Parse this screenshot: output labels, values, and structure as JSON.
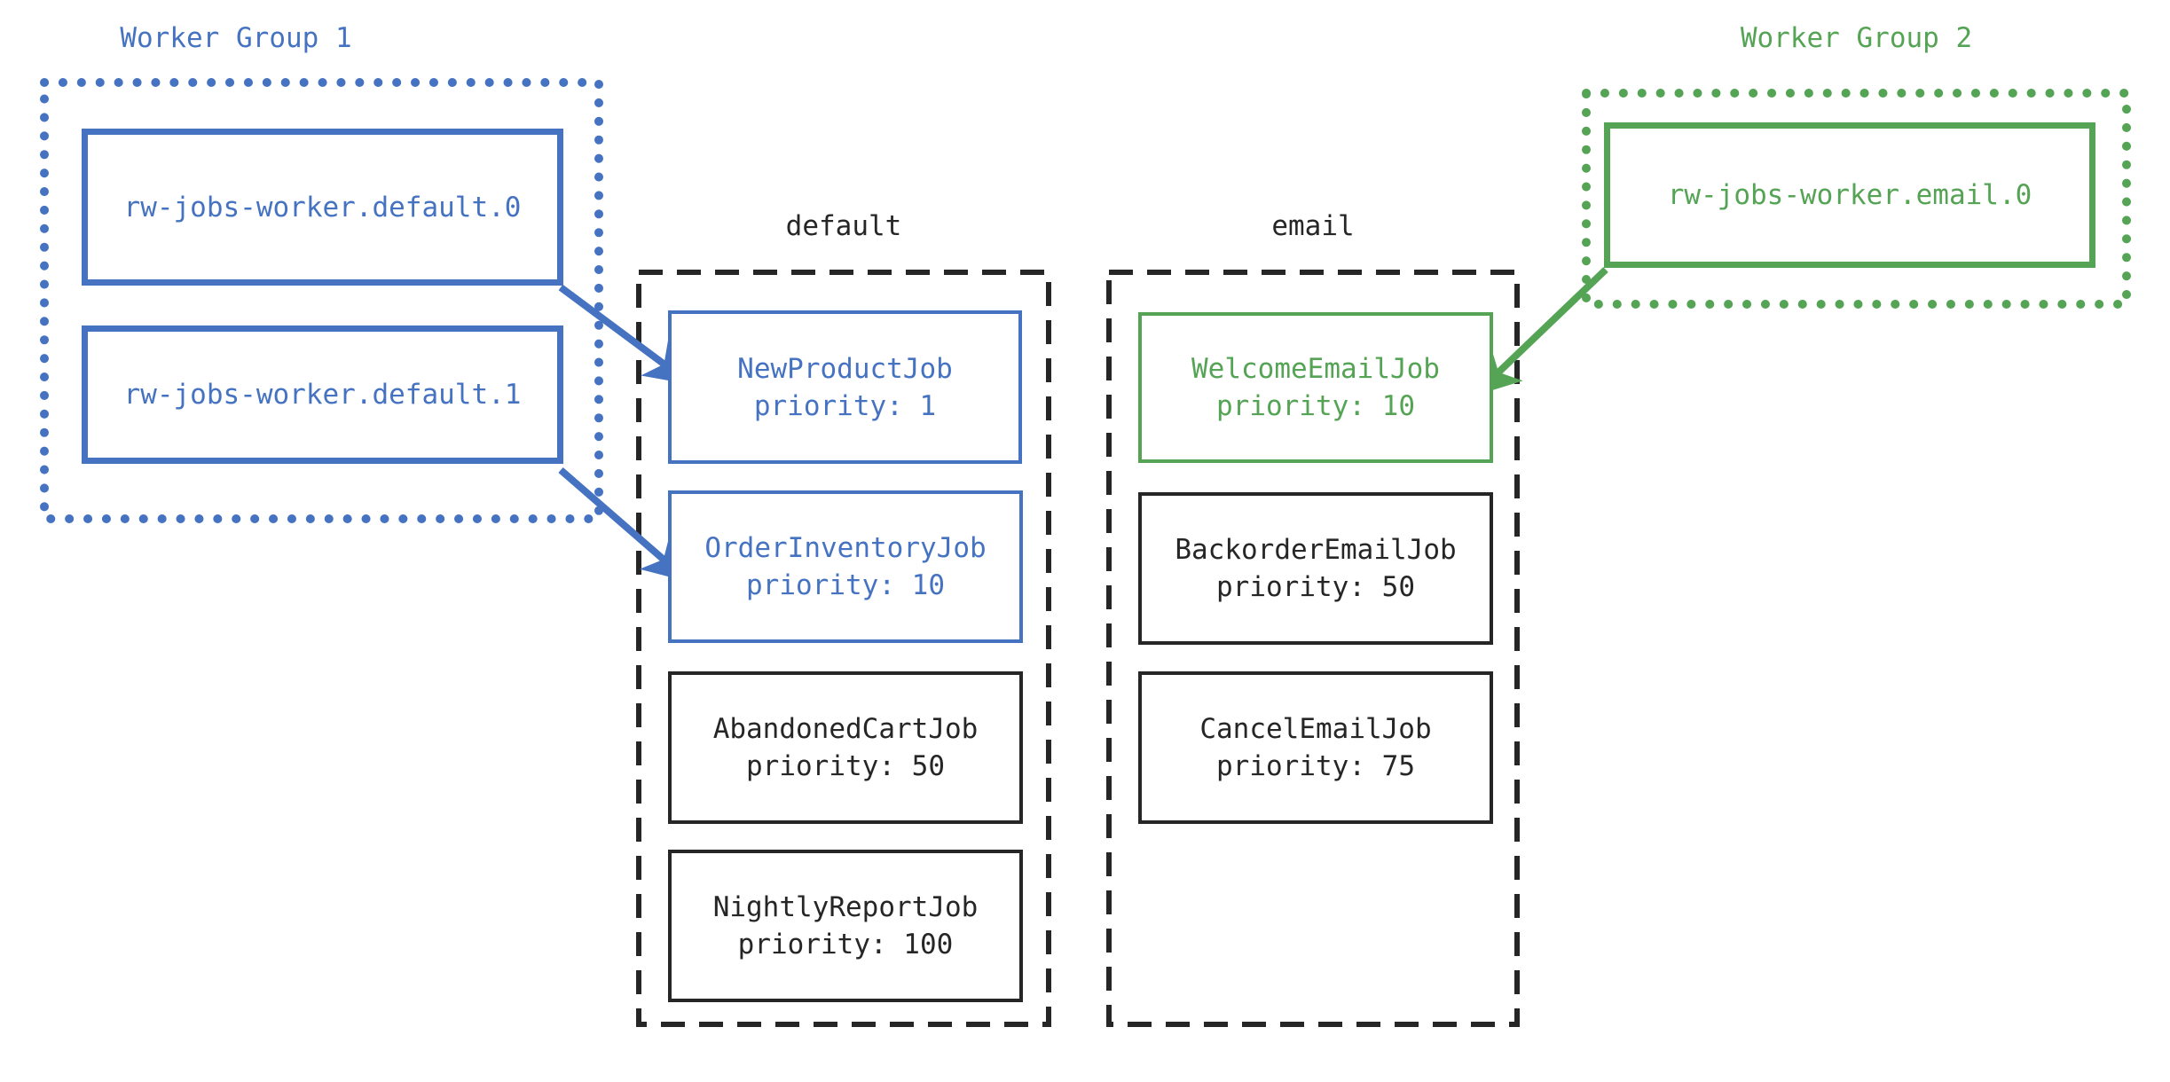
{
  "colors": {
    "blue": "#4673c1",
    "green": "#55a455",
    "dark": "#262626",
    "background": "#ffffff"
  },
  "worker_groups": [
    {
      "label": "Worker Group 1",
      "border_style": "dotted",
      "workers": [
        "rw-jobs-worker.default.0",
        "rw-jobs-worker.default.1"
      ]
    },
    {
      "label": "Worker Group 2",
      "border_style": "dotted",
      "workers": [
        "rw-jobs-worker.email.0"
      ]
    }
  ],
  "queues": [
    {
      "label": "default",
      "jobs": [
        {
          "name": "NewProductJob",
          "priority": "priority: 1"
        },
        {
          "name": "OrderInventoryJob",
          "priority": "priority: 10"
        },
        {
          "name": "AbandonedCartJob",
          "priority": "priority: 50"
        },
        {
          "name": "NightlyReportJob",
          "priority": "priority: 100"
        }
      ]
    },
    {
      "label": "email",
      "jobs": [
        {
          "name": "WelcomeEmailJob",
          "priority": "priority: 10"
        },
        {
          "name": "BackorderEmailJob",
          "priority": "priority: 50"
        },
        {
          "name": "CancelEmailJob",
          "priority": "priority: 75"
        }
      ]
    }
  ],
  "edges": [
    {
      "from": "rw-jobs-worker.default.0",
      "to": "NewProductJob",
      "color": "#4673c1"
    },
    {
      "from": "rw-jobs-worker.default.1",
      "to": "OrderInventoryJob",
      "color": "#4673c1"
    },
    {
      "from": "rw-jobs-worker.email.0",
      "to": "WelcomeEmailJob",
      "color": "#55a455"
    }
  ]
}
